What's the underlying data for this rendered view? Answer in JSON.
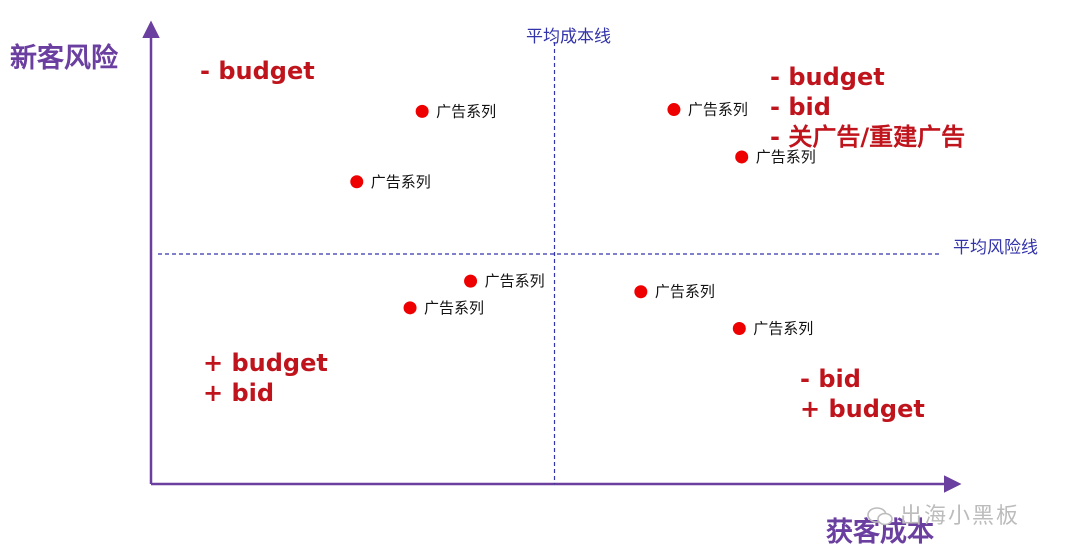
{
  "axes": {
    "y_title": "新客风险",
    "x_title": "获客成本",
    "axis_color": "#6a3fa0"
  },
  "reference_lines": {
    "vertical_label": "平均成本线",
    "horizontal_label": "平均风险线",
    "color": "#3333aa"
  },
  "quadrant_actions": {
    "top_left": [
      "- budget"
    ],
    "top_right": [
      "- budget",
      "- bid",
      "- 关广告/重建广告"
    ],
    "bottom_left": [
      "+ budget",
      "+ bid"
    ],
    "bottom_right": [
      "- bid",
      "+ budget"
    ],
    "color": "#c0141d"
  },
  "chart_data": {
    "type": "scatter",
    "xlabel": "获客成本",
    "ylabel": "新客风险",
    "xlim": [
      0,
      100
    ],
    "ylim": [
      0,
      100
    ],
    "reference_x": 50,
    "reference_y": 50,
    "points": [
      {
        "label": "广告系列",
        "x": 33.6,
        "y": 81.0
      },
      {
        "label": "广告系列",
        "x": 25.5,
        "y": 65.7
      },
      {
        "label": "广告系列",
        "x": 64.8,
        "y": 81.4
      },
      {
        "label": "广告系列",
        "x": 73.2,
        "y": 71.1
      },
      {
        "label": "广告系列",
        "x": 39.6,
        "y": 44.1
      },
      {
        "label": "广告系列",
        "x": 32.1,
        "y": 38.3
      },
      {
        "label": "广告系列",
        "x": 60.7,
        "y": 41.8
      },
      {
        "label": "广告系列",
        "x": 72.9,
        "y": 33.8
      }
    ],
    "point_color": "#ee0000",
    "grid": false
  },
  "watermark": {
    "text": "出海小黑板"
  }
}
